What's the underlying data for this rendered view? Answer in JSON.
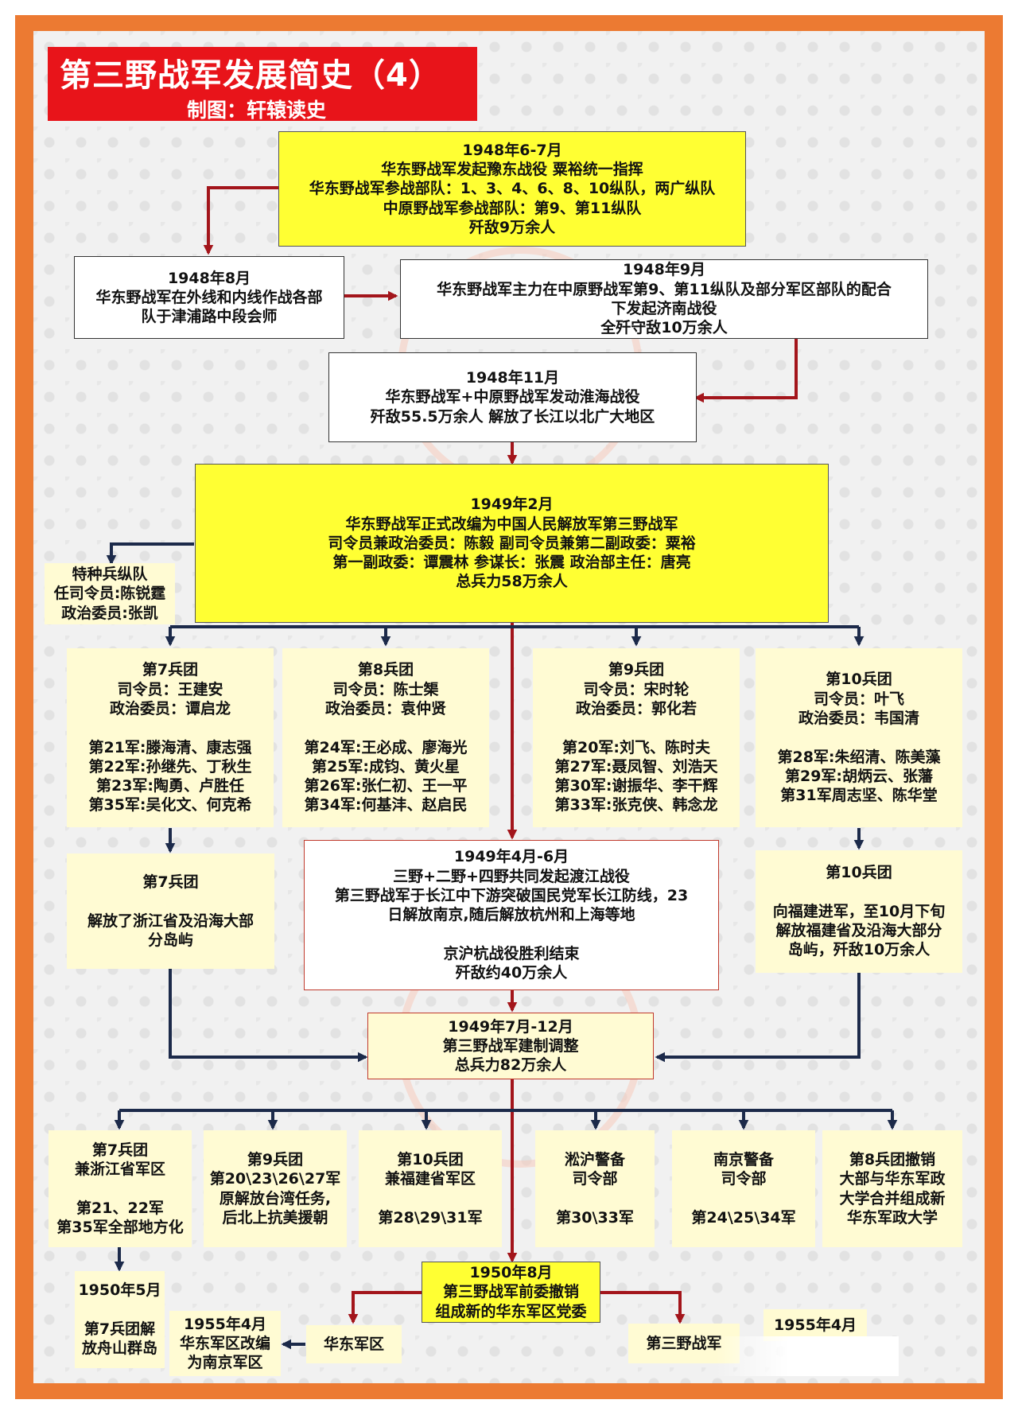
{
  "title": {
    "main": "第三野战军发展简史（4）",
    "credit": "制图：轩辕读史"
  },
  "colors": {
    "frame": "#ec7a32",
    "title_bg": "#e8141a",
    "highlight_box": "#ffff33",
    "corps_box": "#fffbd3",
    "arrow_red": "#a3151b",
    "arrow_navy": "#1c2a4a"
  },
  "boxes": {
    "b1948_6_7": "1948年6-7月\n华东野战军发起豫东战役  粟裕统一指挥\n华东野战军参战部队：1、3、4、6、8、10纵队，两广纵队\n中原野战军参战部队：第9、第11纵队\n歼敌9万余人",
    "b1948_8": "1948年8月\n华东野战军在外线和内线作战各部\n队于津浦路中段会师",
    "b1948_9": "1948年9月\n华东野战军主力在中原野战军第9、第11纵队及部分军区部队的配合\n下发起济南战役\n全歼守敌10万余人",
    "b1948_11": "1948年11月\n华东野战军+中原野战军发动淮海战役\n歼敌55.5万余人   解放了长江以北广大地区",
    "b1949_2": "1949年2月\n华东野战军正式改编为中国人民解放军第三野战军\n司令员兼政治委员：陈毅    副司令员兼第二副政委：粟裕\n第一副政委：谭震林   参谋长：张震   政治部主任：唐亮\n总兵力58万余人",
    "special": "特种兵纵队\n任司令员:陈锐霆\n政治委员:张凯",
    "army7": "第7兵团\n司令员：王建安\n政治委员：谭启龙\n\n第21军:滕海清、康志强\n第22军:孙继先、丁秋生\n第23军:陶勇、卢胜任\n第35军:吴化文、何克希",
    "army8": "第8兵团\n司令员：陈士榘\n政治委员：袁仲贤\n\n第24军:王必成、廖海光\n第25军:成钧、黄火星\n第26军:张仁初、王一平\n第34军:何基沣、赵启民",
    "army9": "第9兵团\n司令员：宋时轮\n政治委员：郭化若\n\n第20军:刘飞、陈时夫\n第27军:聂凤智、刘浩天\n第30军:谢振华、李干辉\n第33军:张克侠、韩念龙",
    "army10": "第10兵团\n司令员：叶飞\n政治委员：韦国清\n\n第28军:朱绍清、陈美藻\n第29军:胡炳云、张藩\n第31军周志坚、陈华堂",
    "army7_zj": "第7兵团\n\n解放了浙江省及沿海大部\n分岛屿",
    "b1949_4_6": "1949年4月-6月\n三野+二野+四野共同发起渡江战役\n第三野战军于长江中下游突破国民党军长江防线，23\n日解放南京,随后解放杭州和上海等地\n\n京沪杭战役胜利结束\n歼敌约40万余人",
    "army10_fj": "第10兵团\n\n向福建进军，至10月下旬\n解放福建省及沿海大部分\n岛屿，歼敌10万余人",
    "b1949_7_12": "1949年7月-12月\n第三野战军建制调整\n总兵力82万余人",
    "r7": "第7兵团\n兼浙江省军区\n\n第21、22军\n第35军全部地方化",
    "r9": "第9兵团\n第20\\23\\26\\27军\n原解放台湾任务,\n后北上抗美援朝",
    "r10": "第10兵团\n兼福建省军区\n\n第28\\29\\31军",
    "rsong": "淞沪警备\n司令部\n\n第30\\33军",
    "rnj": "南京警备\n司令部\n\n第24\\25\\34军",
    "r8": "第8兵团撤销\n大部与华东军政\n大学合并组成新\n华东军政大学",
    "b1950_5": "1950年5月\n\n第7兵团解\n放舟山群岛",
    "b1950_8": "1950年8月\n第三野战军前委撤销\n组成新的华东军区党委",
    "b1955_nj": "1955年4月\n华东军区改编\n为南京军区",
    "east_mr": "华东军区",
    "third_army": "第三野战军",
    "b1955_end": "1955年4月"
  }
}
